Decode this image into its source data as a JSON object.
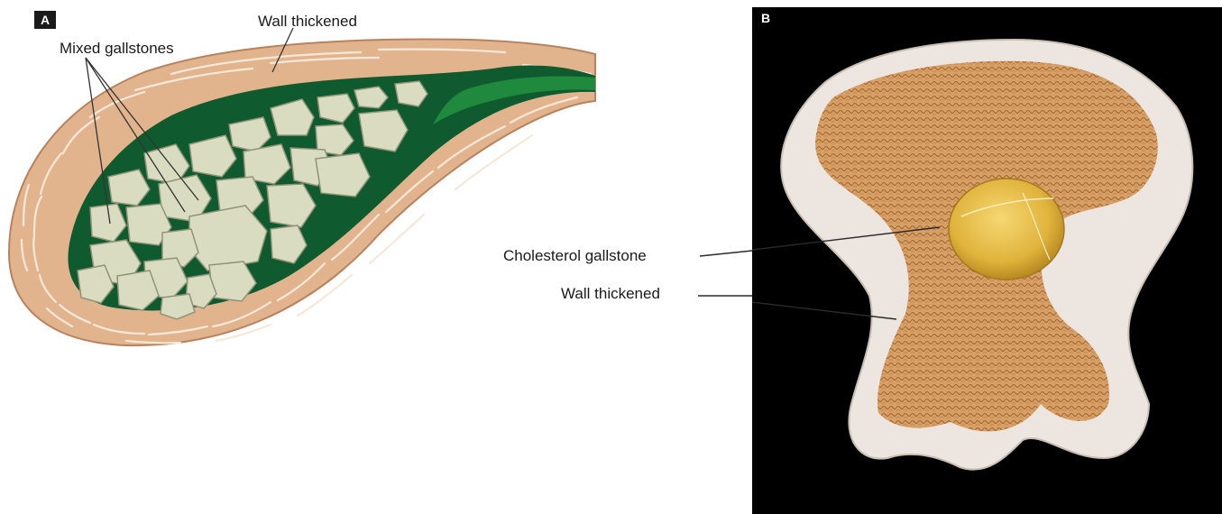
{
  "panel_a": {
    "tag": "A",
    "label_mixed_gallstones": "Mixed gallstones",
    "label_wall_thickened": "Wall thickened"
  },
  "panel_b": {
    "tag": "B",
    "label_cholesterol_gallstone": "Cholesterol gallstone",
    "label_wall_thickened": "Wall thickened"
  },
  "colors": {
    "wall": "#e2b48e",
    "wall_outline": "#b8825e",
    "bile": "#0f5a2e",
    "bile_light": "#1f8a3e",
    "stone": "#d9dcc0",
    "tissue": "#d9a46c",
    "stone_b": "#e8c046",
    "background_b": "#000000"
  },
  "icons": [
    "gallbladder-diagram",
    "gallbladder-specimen-photo"
  ]
}
